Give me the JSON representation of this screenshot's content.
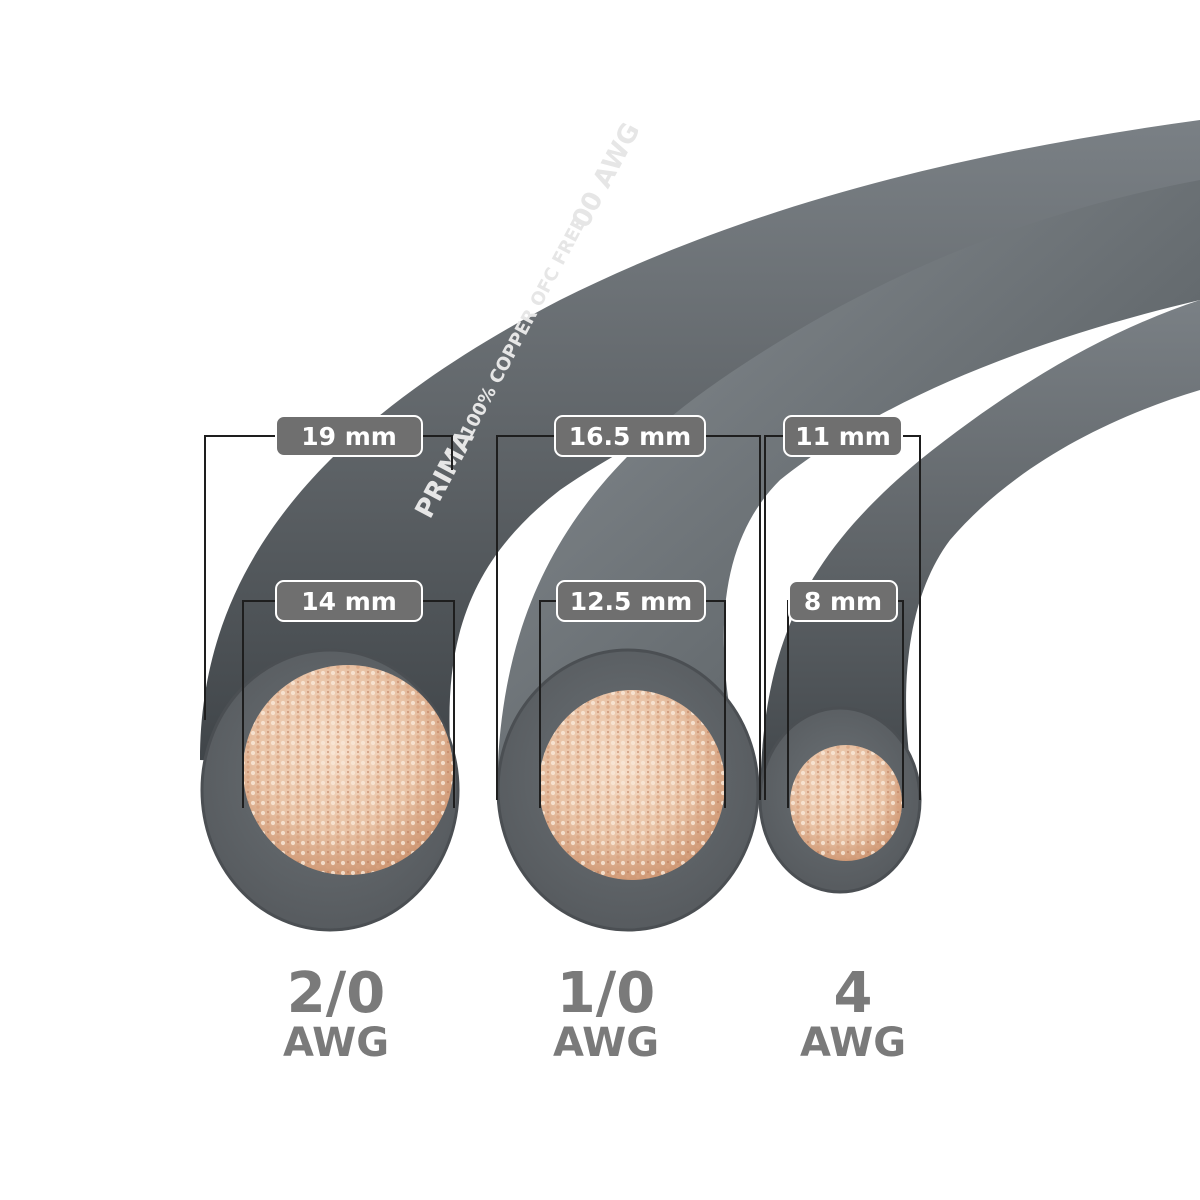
{
  "cables": [
    {
      "gauge": "2/0",
      "unit": "AWG",
      "outer_diameter": "19 mm",
      "conductor_diameter": "14 mm"
    },
    {
      "gauge": "1/0",
      "unit": "AWG",
      "outer_diameter": "16.5 mm",
      "conductor_diameter": "12.5 mm"
    },
    {
      "gauge": "4",
      "unit": "AWG",
      "outer_diameter": "11 mm",
      "conductor_diameter": "8 mm"
    }
  ],
  "cable_printing": {
    "top": "00 AWG",
    "spec": "100% COPPER OFC FREE",
    "brand": "PRIMA"
  },
  "colors": {
    "jacket": "#5f6468",
    "copper": "#e9c3a6",
    "label_bg": "#6f6f6f",
    "gauge_text": "#7a7a7a"
  }
}
